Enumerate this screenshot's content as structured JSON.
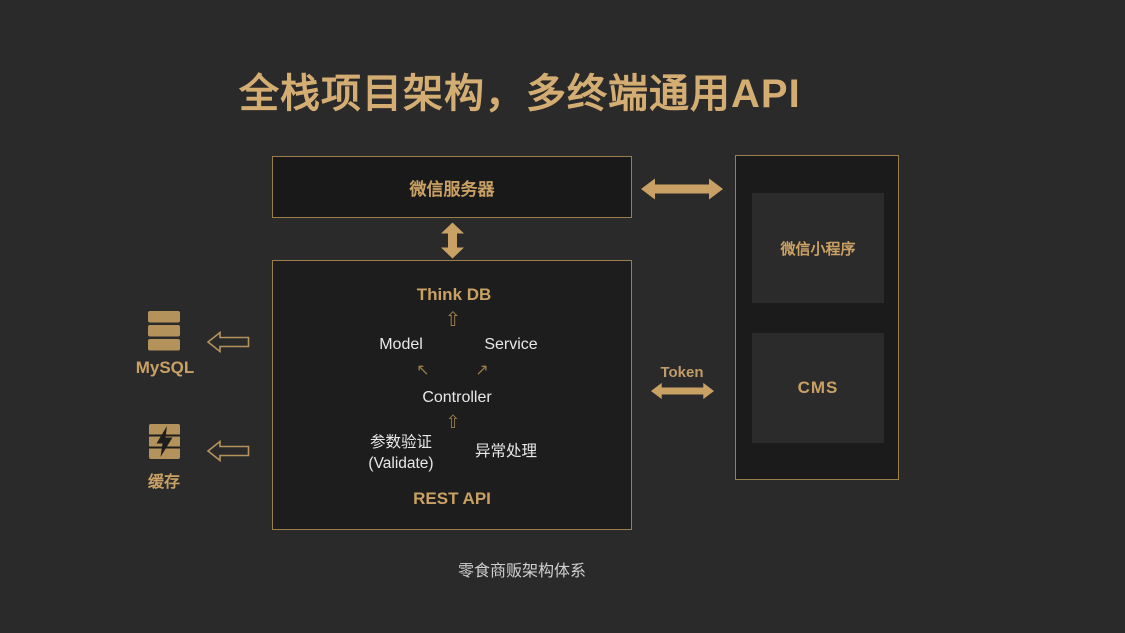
{
  "slide": {
    "title": "全栈项目架构，多终端通用API",
    "caption": "零食商贩架构体系"
  },
  "colors": {
    "background": "#2a2a2b",
    "gold_accent": "#c9a164",
    "gold_border": "#9c7d4c",
    "title_gold": "#d4ad72",
    "white_text": "#e8e8e8",
    "box_fill_dark": "#1d1d1d",
    "inner_rect_fill": "#2b2b2c"
  },
  "nodes": {
    "wechat_server": "微信服务器",
    "think_db": "Think DB",
    "model": "Model",
    "service": "Service",
    "controller": "Controller",
    "validate_cn": "参数验证",
    "validate_en": "(Validate)",
    "exception": "异常处理",
    "rest_api": "REST API",
    "mini_program": "微信小程序",
    "cms": "CMS",
    "mysql": "MySQL",
    "cache": "缓存",
    "token": "Token"
  },
  "icons": {
    "up_white_arrow": "⇧",
    "north_west_arrow": "↖",
    "north_east_arrow": "↗"
  }
}
